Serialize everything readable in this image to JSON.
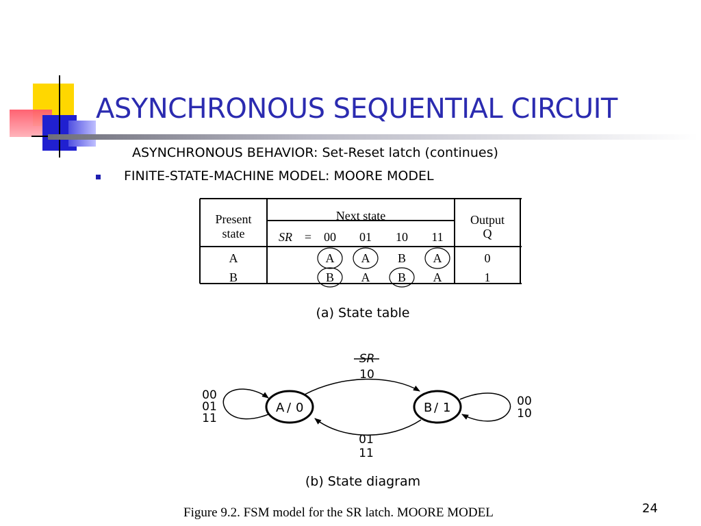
{
  "slide": {
    "title": "ASYNCHRONOUS SEQUENTIAL CIRCUIT",
    "subtitle": "ASYNCHRONOUS BEHAVIOR: Set-Reset latch (continues)",
    "bullet": "FINITE-STATE-MACHINE MODEL:  MOORE MODEL",
    "page_number": "24",
    "figure_caption": "Figure 9.2.   FSM model for the SR latch. MOORE MODEL",
    "colors": {
      "title": "#2b2bb0",
      "bullet": "#1f1fb0",
      "deco_yellow": "#ffd700",
      "deco_red": "#ff3040",
      "deco_blue": "#2020d0"
    }
  },
  "state_table": {
    "caption": "(a) State table",
    "present_state_line1": "Present",
    "present_state_line2": "state",
    "next_state_label": "Next state",
    "sr_symbol": "SR",
    "equals": "=",
    "sr_columns": [
      "00",
      "01",
      "10",
      "11"
    ],
    "output_label": "Output",
    "output_symbol": "Q",
    "rows": [
      {
        "state": "A",
        "next": [
          "A",
          "A",
          "B",
          "A"
        ],
        "circled": [
          true,
          true,
          false,
          true
        ],
        "output": "0"
      },
      {
        "state": "B",
        "next": [
          "B",
          "A",
          "B",
          "A"
        ],
        "circled": [
          true,
          false,
          true,
          false
        ],
        "output": "1"
      }
    ]
  },
  "state_diagram": {
    "caption": "(b) State diagram",
    "input_label": "SR",
    "state_a": {
      "name": "A",
      "output": "0",
      "sep": "/"
    },
    "state_b": {
      "name": "B",
      "output": "1",
      "sep": "/"
    },
    "a_to_b_inputs": [
      "10"
    ],
    "b_to_a_inputs": [
      "01",
      "11"
    ],
    "a_self_loop_inputs": [
      "00",
      "01",
      "11"
    ],
    "b_self_loop_inputs": [
      "00",
      "10"
    ]
  }
}
